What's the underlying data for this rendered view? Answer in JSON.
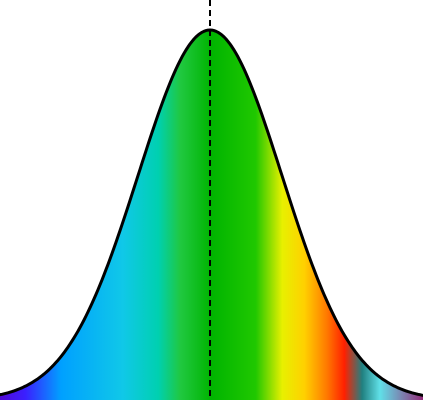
{
  "figure": {
    "description_colors": {
      "background": "#ffffff",
      "curve_stroke": "#000000",
      "center_line": "#000000"
    },
    "gradient_stops": [
      {
        "offset": 0.0,
        "color": "#5a00c8"
      },
      {
        "offset": 0.08,
        "color": "#3a20ff"
      },
      {
        "offset": 0.16,
        "color": "#00a0ff"
      },
      {
        "offset": 0.3,
        "color": "#10c8e8"
      },
      {
        "offset": 0.38,
        "color": "#00d0b0"
      },
      {
        "offset": 0.43,
        "color": "#20c840"
      },
      {
        "offset": 0.5,
        "color": "#00b400"
      },
      {
        "offset": 0.6,
        "color": "#20c800"
      },
      {
        "offset": 0.66,
        "color": "#e8f000"
      },
      {
        "offset": 0.71,
        "color": "#ffd000"
      },
      {
        "offset": 0.76,
        "color": "#ff7a00"
      },
      {
        "offset": 0.8,
        "color": "#ff2000"
      },
      {
        "offset": 0.84,
        "color": "#208080"
      },
      {
        "offset": 0.88,
        "color": "#60e0e8"
      },
      {
        "offset": 1.0,
        "color": "#a00060"
      }
    ]
  }
}
